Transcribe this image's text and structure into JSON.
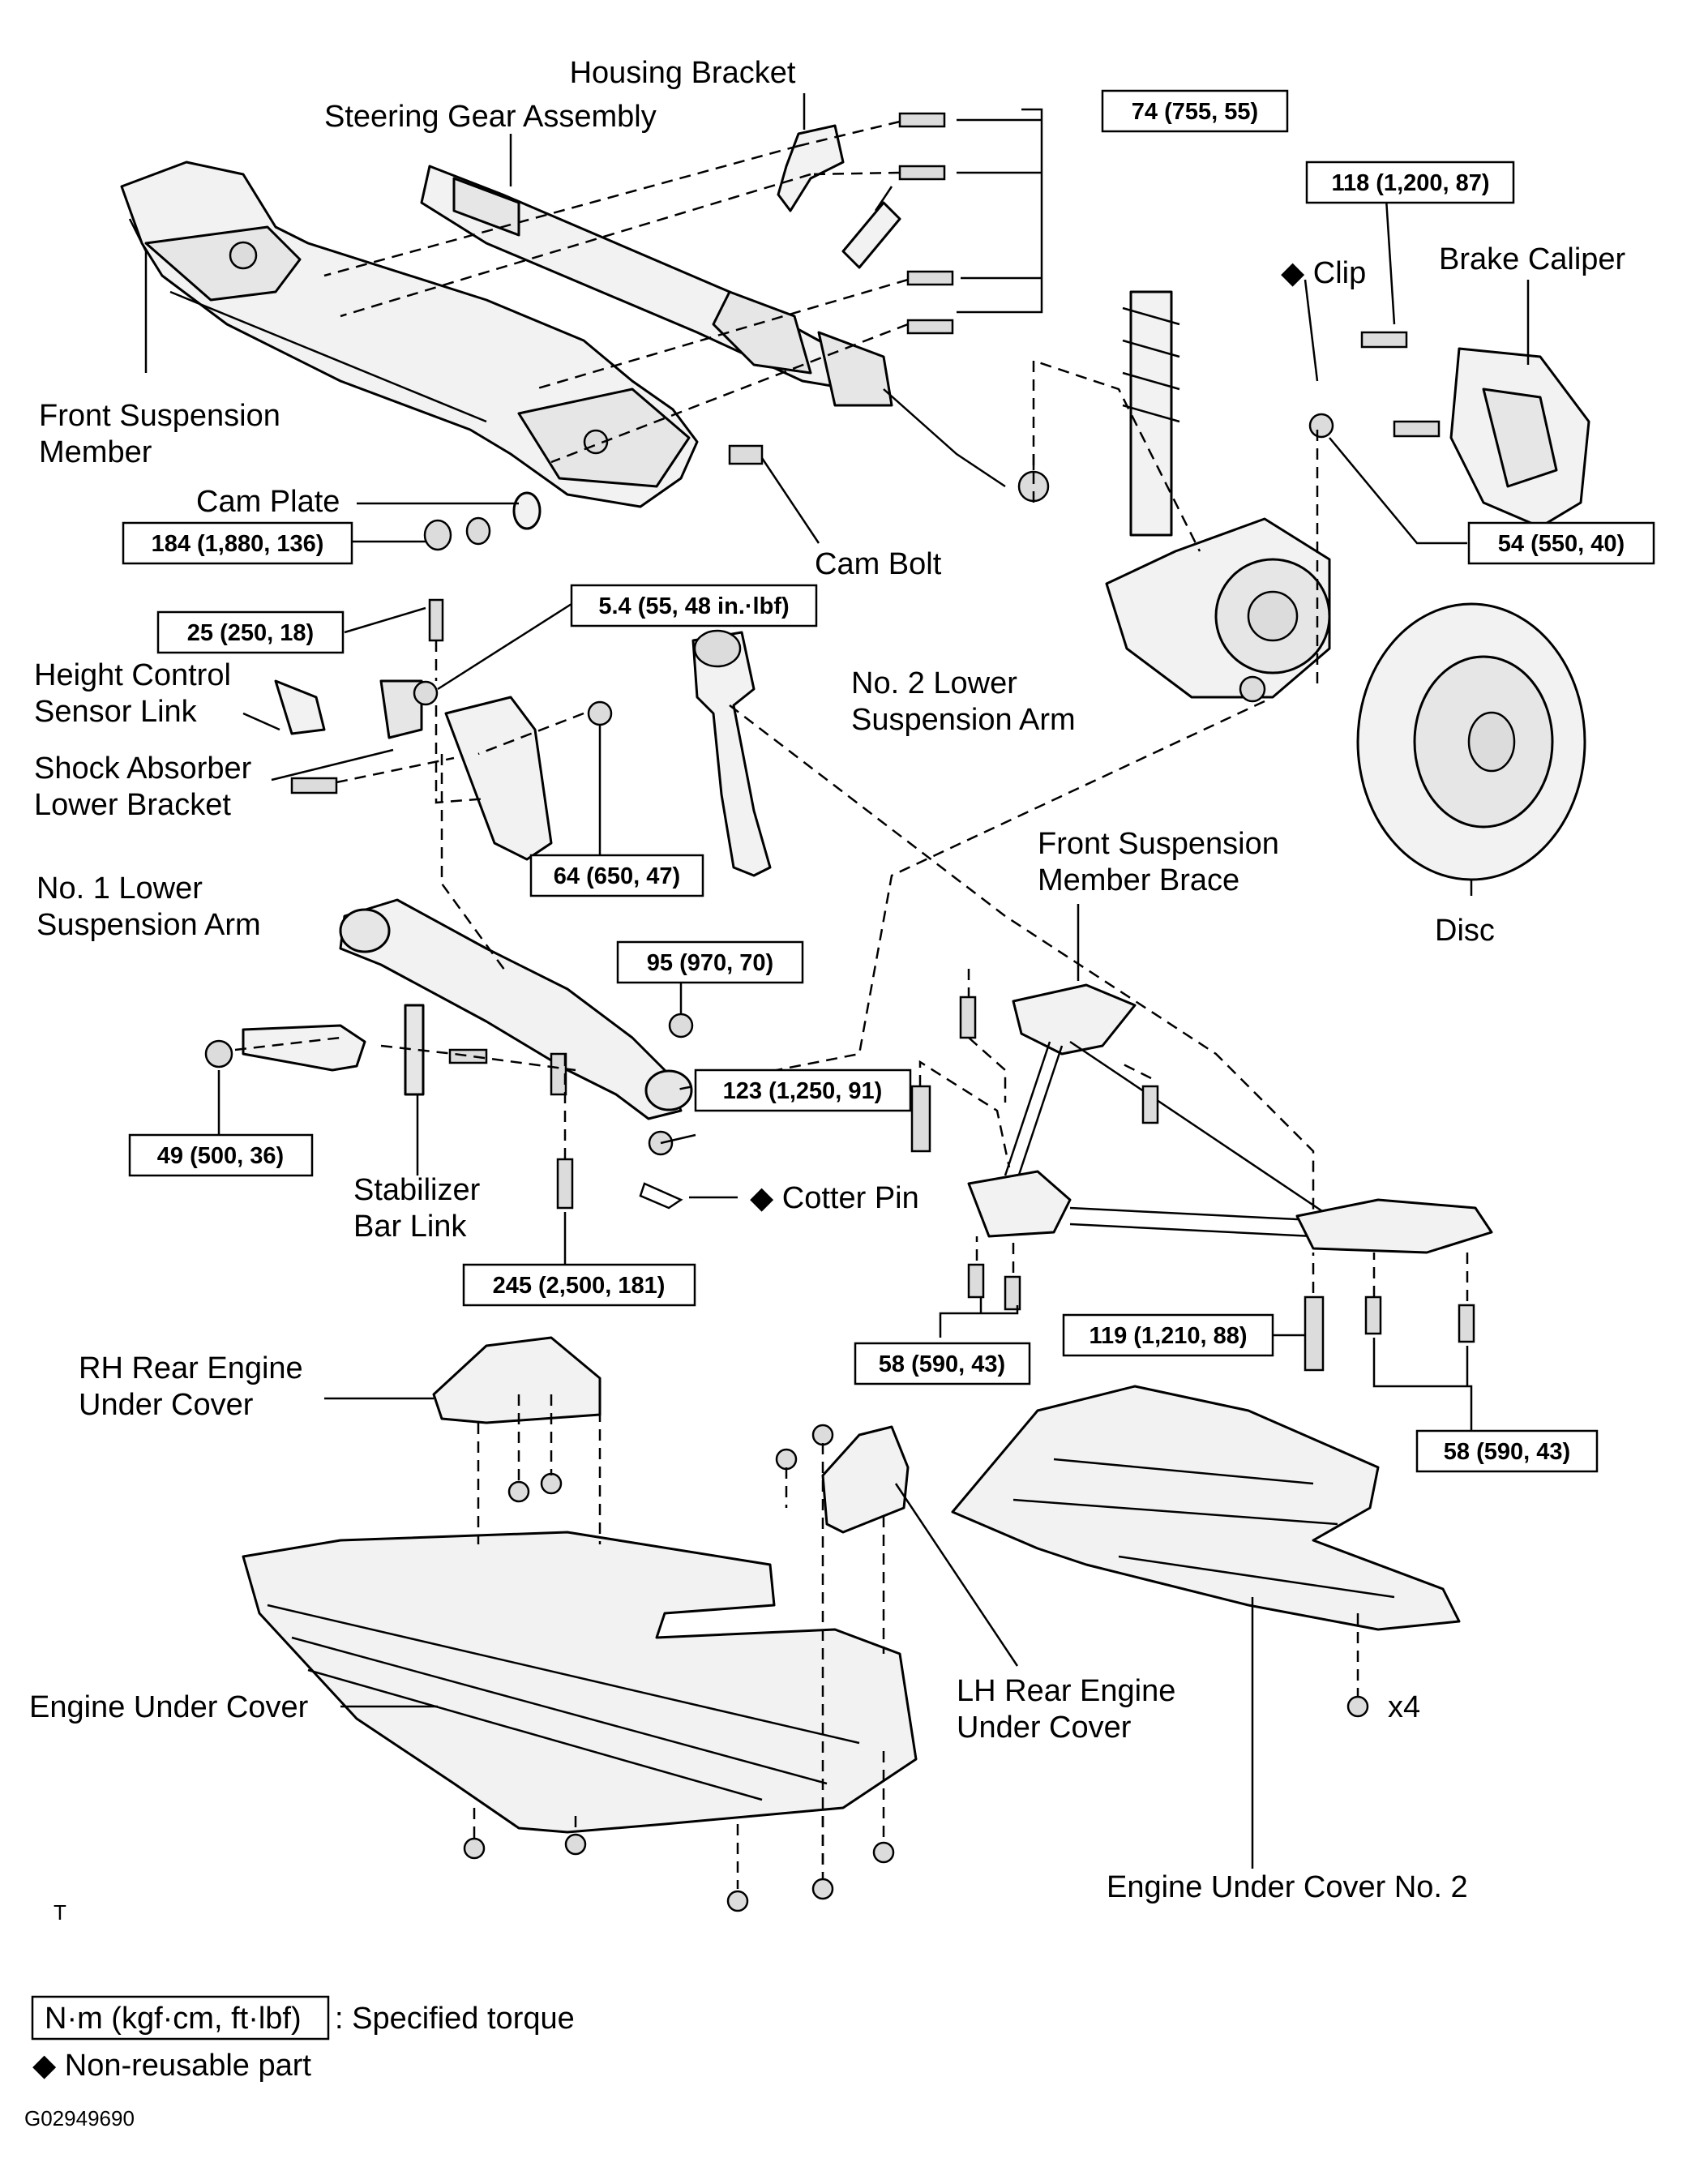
{
  "labels": {
    "housing_bracket": "Housing Bracket",
    "steering_gear": "Steering Gear Assembly",
    "front_susp_member_1": "Front Suspension",
    "front_susp_member_2": "Member",
    "cam_plate": "Cam Plate",
    "cam_bolt": "Cam Bolt",
    "clip": "◆ Clip",
    "brake_caliper": "Brake Caliper",
    "height_sensor_1": "Height Control",
    "height_sensor_2": "Sensor Link",
    "shock_bracket_1": "Shock Absorber",
    "shock_bracket_2": "Lower Bracket",
    "no2_arm_1": "No. 2 Lower",
    "no2_arm_2": "Suspension Arm",
    "no1_arm_1": "No. 1 Lower",
    "no1_arm_2": "Suspension Arm",
    "member_brace_1": "Front Suspension",
    "member_brace_2": "Member Brace",
    "disc": "Disc",
    "stab_link_1": "Stabilizer",
    "stab_link_2": "Bar Link",
    "cotter_pin": "◆ Cotter Pin",
    "rh_cover_1": "RH Rear Engine",
    "rh_cover_2": "Under Cover",
    "engine_cover": "Engine Under Cover",
    "lh_cover_1": "LH Rear Engine",
    "lh_cover_2": "Under Cover",
    "x4": "x4",
    "cover_no2": "Engine Under Cover No. 2",
    "t_mark": "T"
  },
  "torques": {
    "t74": "74 (755, 55)",
    "t118": "118 (1,200, 87)",
    "t184": "184 (1,880, 136)",
    "t54": "54 (550, 40)",
    "t25": "25 (250, 18)",
    "t5_4": "5.4 (55, 48 in.·lbf)",
    "t64": "64 (650, 47)",
    "t95": "95 (970, 70)",
    "t123": "123 (1,250,  91)",
    "t49": "49 (500, 36)",
    "t245": "245 (2,500, 181)",
    "t58a": "58 (590, 43)",
    "t119": "119 (1,210, 88)",
    "t58b": "58 (590, 43)"
  },
  "legend": {
    "unit_box": "N·m (kgf·cm, ft·lbf)",
    "unit_desc": ": Specified torque",
    "nonreusable": "◆ Non-reusable part"
  },
  "figure_code": "G02949690"
}
